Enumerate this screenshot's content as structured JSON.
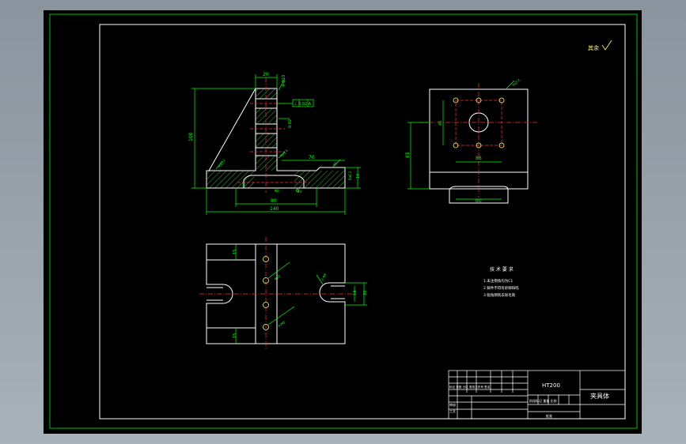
{
  "sheet": {
    "roughness_note": "其余",
    "tech_req_title": "技 术 要 求",
    "tech_req_items": [
      "1.未注倒角均为C1",
      "2.铸件不得有砂眼缺陷",
      "3.锐角倒钝去除毛刺"
    ]
  },
  "title_block": {
    "material": "HT200",
    "part_name": "夹具体",
    "row_labels": "标记 处数 分区 更改文件号 签名",
    "bottom_labels": "阶段标记 重量 比例",
    "review": "审核",
    "process": "工艺",
    "approve": "批准"
  },
  "dims": {
    "front": {
      "top": "20",
      "hole_note": "4-Φ10",
      "frame_note": "⊥ 0.02 A",
      "small_note": "0.02",
      "height": "100",
      "base_width": "140",
      "inner_width": "80",
      "base_depth": "70",
      "side_h": "16",
      "side_note": "Ra6.3",
      "left_note": "Ra3.2",
      "fillet": "R5",
      "center_note": "Ra1.6",
      "mid_note": "Φ8",
      "base_left": "20",
      "base_right": "20"
    },
    "side": {
      "height": "65",
      "hole_spacing": "86",
      "width": "60",
      "side": "45",
      "corner_note": "Ra3.2"
    },
    "top": {
      "top_off": "15",
      "bot_off": "15",
      "slot_w": "14",
      "slot_len": "30",
      "note_a": "Φ10",
      "note_b": "4-M8",
      "note_c": "2-Φ8"
    }
  }
}
